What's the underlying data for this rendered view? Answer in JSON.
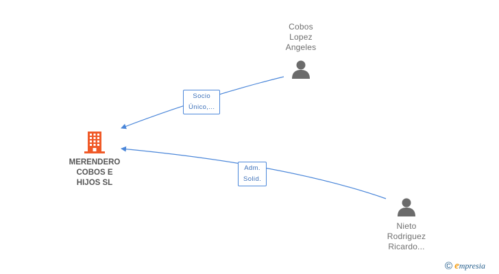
{
  "nodes": {
    "company": {
      "lines": [
        "MERENDERO",
        "COBOS E",
        "HIJOS SL"
      ],
      "icon": "building-icon",
      "color": "#f05a28"
    },
    "person_top": {
      "lines": [
        "Cobos",
        "Lopez",
        "Angeles"
      ],
      "icon": "person-icon",
      "color": "#6b6b6b"
    },
    "person_bottom": {
      "lines": [
        "Nieto",
        "Rodriguez",
        "Ricardo..."
      ],
      "icon": "person-icon",
      "color": "#6b6b6b"
    }
  },
  "edges": [
    {
      "from": "person_top",
      "to": "company",
      "label_lines": [
        "Socio",
        "Único,..."
      ]
    },
    {
      "from": "person_bottom",
      "to": "company",
      "label_lines": [
        "Adm.",
        "Solid."
      ]
    }
  ],
  "footer": {
    "copyright_symbol": "©",
    "brand_initial": "e",
    "brand_rest": "mpresia"
  },
  "colors": {
    "edge": "#4a86d9"
  }
}
